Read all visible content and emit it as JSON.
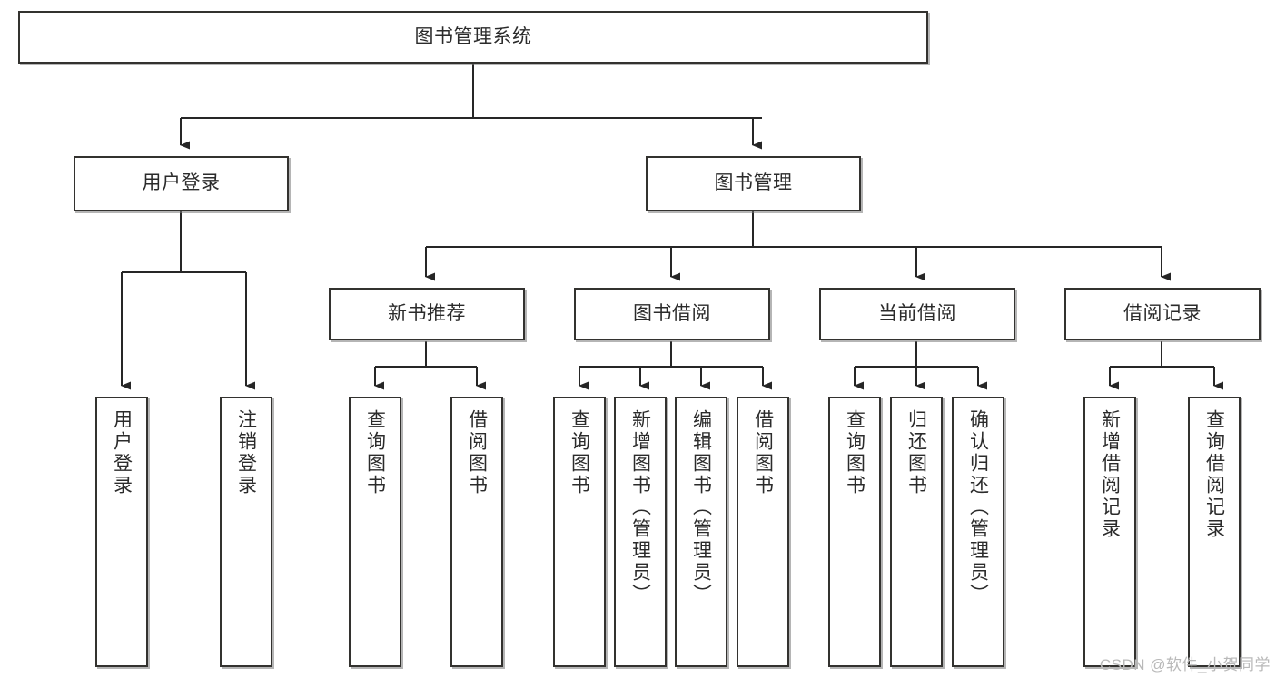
{
  "diagram": {
    "title": "图书管理系统",
    "type": "tree",
    "orientation": "top-down",
    "colors": {
      "box_border": "#33322f",
      "box_fill": "#ffffff",
      "connector": "#262626",
      "text": "#2b2b2b",
      "watermark": "#b9b9b9",
      "background": "#ffffff"
    },
    "root": {
      "label": "图书管理系统"
    },
    "level2": [
      {
        "label": "用户登录"
      },
      {
        "label": "图书管理"
      }
    ],
    "level3": [
      {
        "label": "新书推荐"
      },
      {
        "label": "图书借阅"
      },
      {
        "label": "当前借阅"
      },
      {
        "label": "借阅记录"
      }
    ],
    "leaves": [
      {
        "label": "用户登录",
        "parent": "用户登录"
      },
      {
        "label": "注销登录",
        "parent": "用户登录"
      },
      {
        "label": "查询图书",
        "parent": "新书推荐"
      },
      {
        "label": "借阅图书",
        "parent": "新书推荐"
      },
      {
        "label": "查询图书",
        "parent": "图书借阅"
      },
      {
        "label": "新增图书（管理员）",
        "parent": "图书借阅"
      },
      {
        "label": "编辑图书（管理员）",
        "parent": "图书借阅"
      },
      {
        "label": "借阅图书",
        "parent": "图书借阅"
      },
      {
        "label": "查询图书",
        "parent": "当前借阅"
      },
      {
        "label": "归还图书",
        "parent": "当前借阅"
      },
      {
        "label": "确认归还（管理员）",
        "parent": "当前借阅"
      },
      {
        "label": "新增借阅记录",
        "parent": "借阅记录"
      },
      {
        "label": "查询借阅记录",
        "parent": "借阅记录"
      }
    ],
    "watermark": "CSDN @软件_小贺同学"
  }
}
